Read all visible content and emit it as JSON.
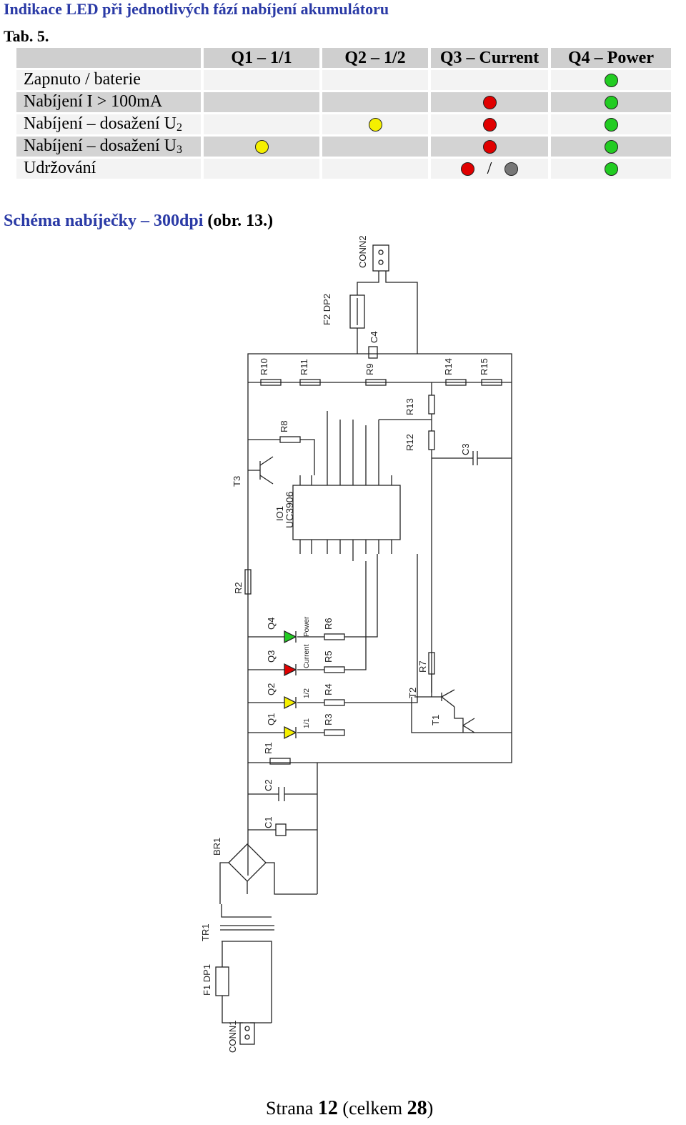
{
  "heading": "Indikace LED při jednotlivých fází nabíjení akumulátoru",
  "tab_label": "Tab. 5.",
  "table": {
    "headers": [
      "",
      "Q1 – 1/1",
      "Q2 – 1/2",
      "Q3 – Current",
      "Q4 – Power"
    ],
    "rows": [
      {
        "label": "Zapnuto / baterie",
        "sub": "",
        "q1": "",
        "q2": "",
        "q3": "",
        "q4": "green"
      },
      {
        "label": "Nabíjení I > 100mA",
        "sub": "",
        "q1": "",
        "q2": "",
        "q3": "red",
        "q4": "green"
      },
      {
        "label": "Nabíjení – dosažení U",
        "sub": "2",
        "q1": "",
        "q2": "yellow",
        "q3": "red",
        "q4": "green"
      },
      {
        "label": "Nabíjení – dosažení U",
        "sub": "3",
        "q1": "yellow",
        "q2": "",
        "q3": "red",
        "q4": "green"
      },
      {
        "label": "Udržování",
        "sub": "",
        "q1": "",
        "q2": "",
        "q3": "red/gray",
        "q4": "green"
      }
    ],
    "slash": "/"
  },
  "colors": {
    "heading": "#2a3aa6",
    "green": "#22cc22",
    "red": "#e00000",
    "yellow": "#f5f000",
    "gray": "#777777"
  },
  "schema": {
    "title_main": "Schéma nabíječky – 300dpi",
    "title_paren": "(obr. 13.)",
    "labels": {
      "conn2": "CONN2",
      "dp2": "F2  DP2",
      "c4": "C4",
      "r10": "R10",
      "r11": "R11",
      "r9": "R9",
      "r14": "R14",
      "r15": "R15",
      "r13": "R13",
      "r12": "R12",
      "c3": "C3",
      "r8": "R8",
      "t3": "T3",
      "io1": "IO1",
      "ic": "UC3906",
      "r2": "R2",
      "q4": "Q4",
      "q3": "Q3",
      "q2": "Q2",
      "q1": "Q1",
      "r6": "R6",
      "r5": "R5",
      "r4": "R4",
      "r3": "R3",
      "r7": "R7",
      "t2": "T2",
      "t1": "T1",
      "r1": "R1",
      "c2": "C2",
      "c1": "C1",
      "br1": "BR1",
      "tr1": "TR1",
      "dp1": "F1  DP1",
      "conn1": "CONN1",
      "power": "Power",
      "current": "Current",
      "half": "1/2",
      "full": "1/1"
    }
  },
  "footer": {
    "prefix": "Strana ",
    "page": "12",
    "middle": " (celkem ",
    "total": "28",
    "suffix": ")"
  }
}
